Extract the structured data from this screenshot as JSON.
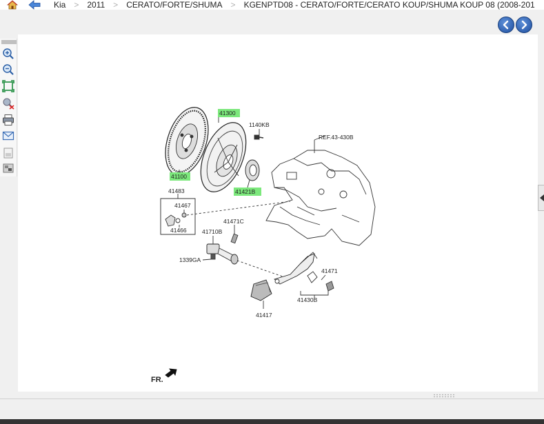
{
  "breadcrumb": {
    "items": [
      {
        "label": "Kia"
      },
      {
        "label": "2011"
      },
      {
        "label": "CERATO/FORTE/SHUMA"
      },
      {
        "label": "KGENPTD08 - CERATO/FORTE/CERATO KOUP/SHUMA KOUP 08 (2008-201"
      }
    ]
  },
  "diagram": {
    "labels": {
      "p41300": "41300",
      "p41100": "41100",
      "p1140KB": "1140KB",
      "pREF": "REF.43-430B",
      "p41421B": "41421B",
      "p41483": "41483",
      "p41467": "41467",
      "p41466": "41466",
      "p41471C": "41471C",
      "p41710B": "41710B",
      "p1339GA": "1339GA",
      "p41471": "41471",
      "p41430B": "41430B",
      "p41417": "41417",
      "fr": "FR."
    },
    "highlight_color": "#7ce87c"
  }
}
